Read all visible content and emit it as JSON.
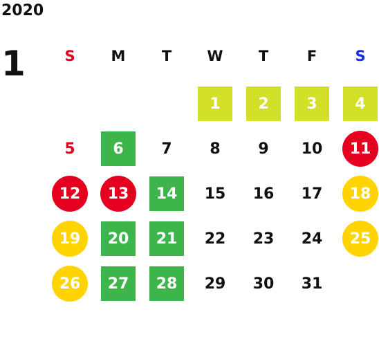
{
  "year": "2020",
  "month": "1",
  "colors": {
    "red": "#e60020",
    "blue": "#1530e0",
    "yellow_green": "#d3e02a",
    "green": "#3db54a",
    "gold": "#ffd400",
    "black": "#111111",
    "white": "#ffffff"
  },
  "weekdays": [
    {
      "label": "S",
      "color": "red"
    },
    {
      "label": "M",
      "color": "black"
    },
    {
      "label": "T",
      "color": "black"
    },
    {
      "label": "W",
      "color": "black"
    },
    {
      "label": "T",
      "color": "black"
    },
    {
      "label": "F",
      "color": "black"
    },
    {
      "label": "S",
      "color": "blue"
    }
  ],
  "first_weekday_index": 3,
  "days": [
    {
      "day": "1",
      "style": "square",
      "bg": "yellow_green"
    },
    {
      "day": "2",
      "style": "square",
      "bg": "yellow_green"
    },
    {
      "day": "3",
      "style": "square",
      "bg": "yellow_green"
    },
    {
      "day": "4",
      "style": "square",
      "bg": "yellow_green"
    },
    {
      "day": "5",
      "style": "plain",
      "text_color": "red"
    },
    {
      "day": "6",
      "style": "square",
      "bg": "green"
    },
    {
      "day": "7",
      "style": "plain"
    },
    {
      "day": "8",
      "style": "plain"
    },
    {
      "day": "9",
      "style": "plain"
    },
    {
      "day": "10",
      "style": "plain"
    },
    {
      "day": "11",
      "style": "circle",
      "bg": "red"
    },
    {
      "day": "12",
      "style": "circle",
      "bg": "red"
    },
    {
      "day": "13",
      "style": "circle",
      "bg": "red"
    },
    {
      "day": "14",
      "style": "square",
      "bg": "green"
    },
    {
      "day": "15",
      "style": "plain"
    },
    {
      "day": "16",
      "style": "plain"
    },
    {
      "day": "17",
      "style": "plain"
    },
    {
      "day": "18",
      "style": "circle",
      "bg": "gold"
    },
    {
      "day": "19",
      "style": "circle",
      "bg": "gold"
    },
    {
      "day": "20",
      "style": "square",
      "bg": "green"
    },
    {
      "day": "21",
      "style": "square",
      "bg": "green"
    },
    {
      "day": "22",
      "style": "plain"
    },
    {
      "day": "23",
      "style": "plain"
    },
    {
      "day": "24",
      "style": "plain"
    },
    {
      "day": "25",
      "style": "circle",
      "bg": "gold"
    },
    {
      "day": "26",
      "style": "circle",
      "bg": "gold"
    },
    {
      "day": "27",
      "style": "square",
      "bg": "green"
    },
    {
      "day": "28",
      "style": "square",
      "bg": "green"
    },
    {
      "day": "29",
      "style": "plain"
    },
    {
      "day": "30",
      "style": "plain"
    },
    {
      "day": "31",
      "style": "plain"
    }
  ]
}
